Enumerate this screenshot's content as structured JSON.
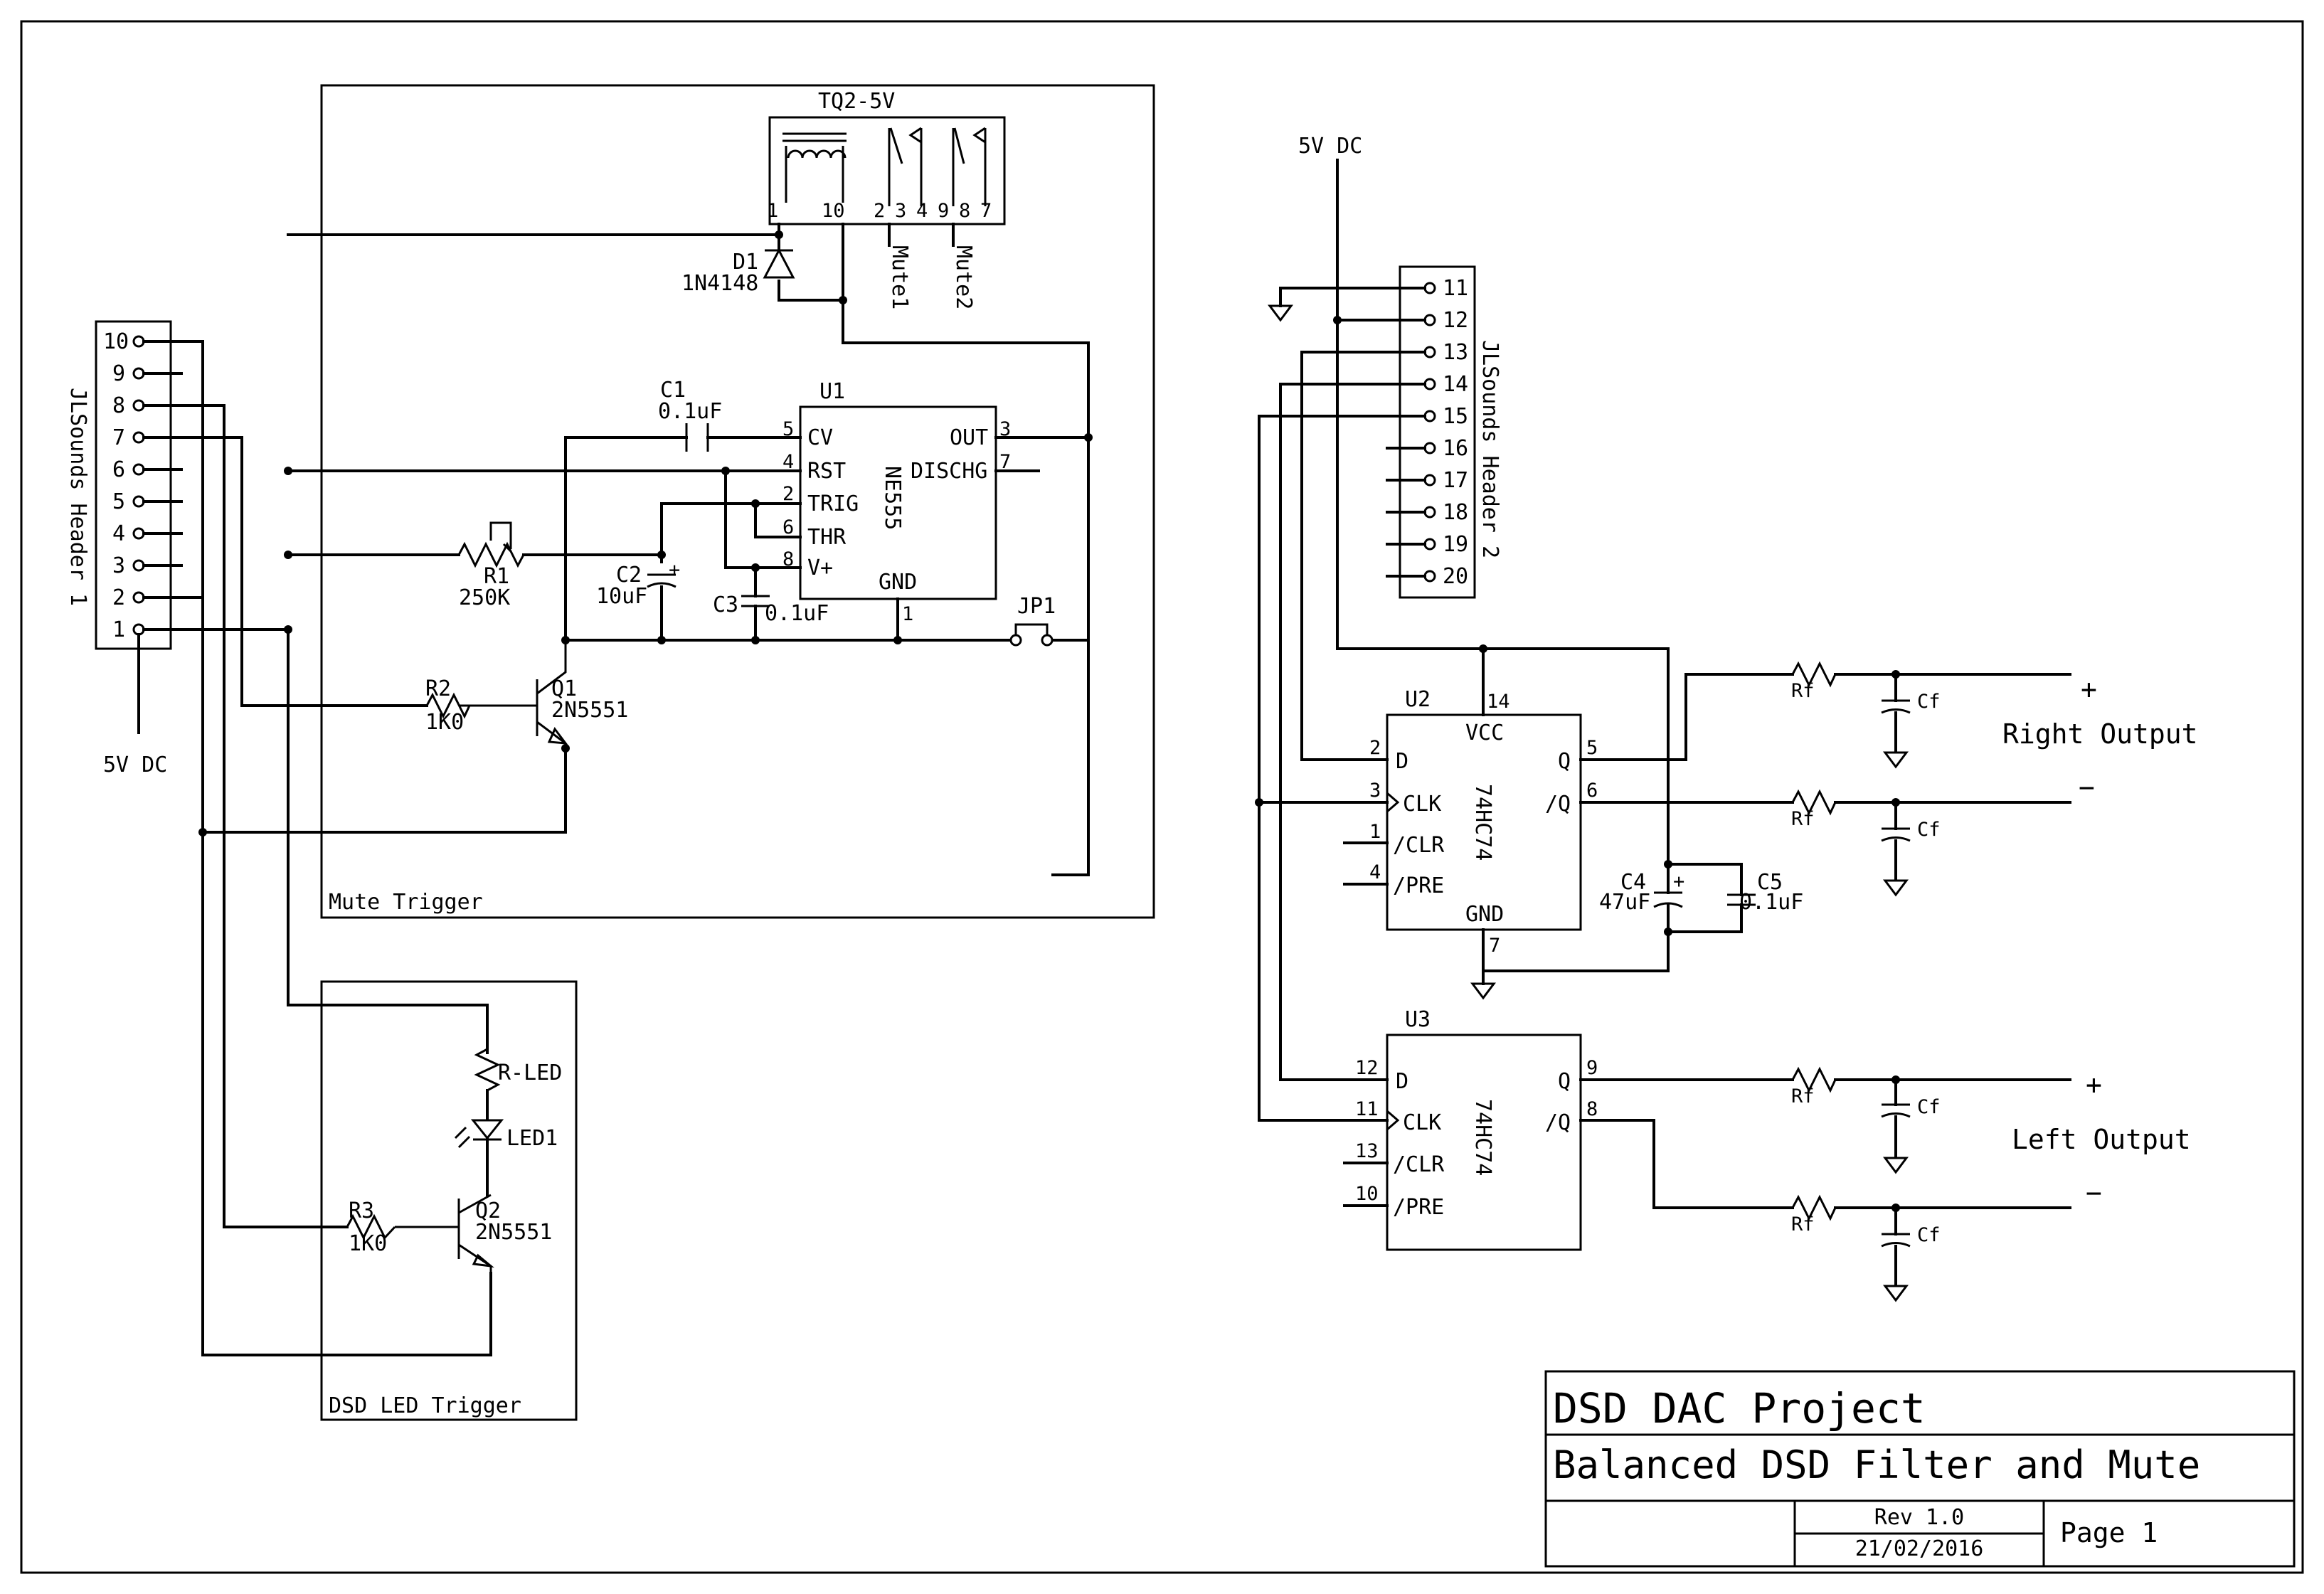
{
  "title_block": {
    "project": "DSD DAC Project",
    "sheet_title": "Balanced DSD Filter and Mute",
    "revision": "Rev 1.0",
    "date": "21/02/2016",
    "page": "Page 1"
  },
  "sections": {
    "mute_trigger": "Mute Trigger",
    "dsd_led_trigger": "DSD LED Trigger"
  },
  "header1": {
    "name": "JLSounds Header 1",
    "pins": [
      "10",
      "9",
      "8",
      "7",
      "6",
      "5",
      "4",
      "3",
      "2",
      "1"
    ],
    "supply": "5V DC"
  },
  "header2": {
    "name": "JLSounds Header 2",
    "pins": [
      "11",
      "12",
      "13",
      "14",
      "15",
      "16",
      "17",
      "18",
      "19",
      "20"
    ],
    "supply": "5V DC"
  },
  "relay": {
    "name": "TQ2-5V",
    "pins": [
      "1",
      "10",
      "2",
      "3",
      "4",
      "9",
      "8",
      "7"
    ],
    "contacts": [
      "Mute1",
      "Mute2"
    ]
  },
  "components": {
    "d1": {
      "ref": "D1",
      "value": "1N4148"
    },
    "c1": {
      "ref": "C1",
      "value": "0.1uF"
    },
    "c2": {
      "ref": "C2",
      "value": "10uF"
    },
    "c3": {
      "ref": "C3",
      "value": "0.1uF"
    },
    "c4": {
      "ref": "C4",
      "value": "47uF"
    },
    "c5": {
      "ref": "C5",
      "value": "0.1uF"
    },
    "r1": {
      "ref": "R1",
      "value": "250K"
    },
    "r2": {
      "ref": "R2",
      "value": "1K0"
    },
    "r3": {
      "ref": "R3",
      "value": "1K0"
    },
    "rled": {
      "ref": "R-LED"
    },
    "led1": {
      "ref": "LED1"
    },
    "q1": {
      "ref": "Q1",
      "value": "2N5551"
    },
    "q2": {
      "ref": "Q2",
      "value": "2N5551"
    },
    "jp1": {
      "ref": "JP1"
    }
  },
  "u1": {
    "ref": "U1",
    "part": "NE555",
    "left_pins": [
      {
        "num": "5",
        "name": "CV"
      },
      {
        "num": "4",
        "name": "RST"
      },
      {
        "num": "2",
        "name": "TRIG"
      },
      {
        "num": "6",
        "name": "THR"
      },
      {
        "num": "8",
        "name": "V+"
      }
    ],
    "right_pins": [
      {
        "num": "3",
        "name": "OUT"
      },
      {
        "num": "7",
        "name": "DISCHG"
      }
    ],
    "bottom_pin": {
      "num": "1",
      "name": "GND"
    }
  },
  "u2": {
    "ref": "U2",
    "part": "74HC74",
    "vcc": {
      "num": "14",
      "name": "VCC"
    },
    "gnd": {
      "num": "7",
      "name": "GND"
    },
    "left_pins": [
      {
        "num": "2",
        "name": "D"
      },
      {
        "num": "3",
        "name": "CLK"
      },
      {
        "num": "1",
        "name": "/CLR"
      },
      {
        "num": "4",
        "name": "/PRE"
      }
    ],
    "right_pins": [
      {
        "num": "5",
        "name": "Q"
      },
      {
        "num": "6",
        "name": "/Q"
      }
    ]
  },
  "u3": {
    "ref": "U3",
    "part": "74HC74",
    "left_pins": [
      {
        "num": "12",
        "name": "D"
      },
      {
        "num": "11",
        "name": "CLK"
      },
      {
        "num": "13",
        "name": "/CLR"
      },
      {
        "num": "10",
        "name": "/PRE"
      }
    ],
    "right_pins": [
      {
        "num": "9",
        "name": "Q"
      },
      {
        "num": "8",
        "name": "/Q"
      }
    ]
  },
  "filters": {
    "r": "Rf",
    "c": "Cf"
  },
  "outputs": {
    "right": "Right Output",
    "left": "Left Output",
    "plus": "+",
    "minus": "−"
  }
}
